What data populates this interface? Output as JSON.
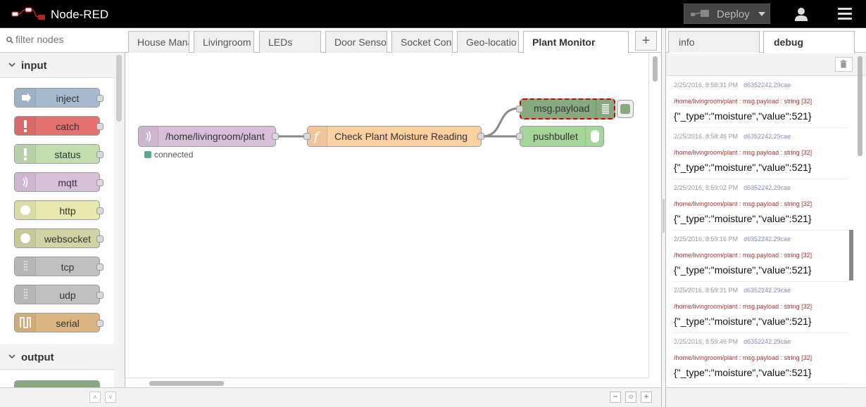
{
  "header": {
    "title": "Node-RED",
    "deploy_label": "Deploy"
  },
  "palette": {
    "filter_placeholder": "filter nodes",
    "categories": [
      {
        "label": "input"
      },
      {
        "label": "output"
      }
    ],
    "nodes": [
      {
        "label": "inject",
        "color": "#a6bbcf"
      },
      {
        "label": "catch",
        "color": "#e2716f"
      },
      {
        "label": "status",
        "color": "#c0deaf"
      },
      {
        "label": "mqtt",
        "color": "#d8bfd8"
      },
      {
        "label": "http",
        "color": "#e7e7ae"
      },
      {
        "label": "websocket",
        "color": "#d1d3a4"
      },
      {
        "label": "tcp",
        "color": "#c0c0c0"
      },
      {
        "label": "udp",
        "color": "#c0c0c0"
      },
      {
        "label": "serial",
        "color": "#dbb682"
      }
    ]
  },
  "workspace": {
    "tabs": [
      {
        "label": "House Mana"
      },
      {
        "label": "Livingroom"
      },
      {
        "label": "LEDs"
      },
      {
        "label": "Door Senso"
      },
      {
        "label": "Socket Con"
      },
      {
        "label": "Geo-locatio"
      },
      {
        "label": "Plant Monitor"
      }
    ],
    "add_tab": "+",
    "nodes": {
      "mqtt_in": {
        "label": "/home/livingroom/plant",
        "status": "connected",
        "color": "#d8bfd8"
      },
      "function": {
        "label": "Check Plant Moisture Reading",
        "color": "#fdd0a2"
      },
      "debug": {
        "label": "msg.payload",
        "color": "#87a980"
      },
      "pushbullet": {
        "label": "pushbullet",
        "color": "#a6d59a"
      }
    },
    "zoom_out": "−",
    "zoom_reset": "○",
    "zoom_in": "+"
  },
  "sidebar": {
    "tabs": [
      {
        "label": "info"
      },
      {
        "label": "debug"
      }
    ],
    "messages": [
      {
        "time": "2/25/2016, 8:58:31 PM",
        "node": "d6352242.29cae",
        "topic": "/home/livingroom/plant : msg.payload : string [32]",
        "payload": "{\"_type\":\"moisture\",\"value\":521}"
      },
      {
        "time": "2/25/2016, 8:58:46 PM",
        "node": "d6352242.29cae",
        "topic": "/home/livingroom/plant : msg.payload : string [32]",
        "payload": "{\"_type\":\"moisture\",\"value\":521}"
      },
      {
        "time": "2/25/2016, 8:59:02 PM",
        "node": "d6352242.29cae",
        "topic": "/home/livingroom/plant : msg.payload : string [32]",
        "payload": "{\"_type\":\"moisture\",\"value\":521}"
      },
      {
        "time": "2/25/2016, 8:59:16 PM",
        "node": "d6352242.29cae",
        "topic": "/home/livingroom/plant : msg.payload : string [32]",
        "payload": "{\"_type\":\"moisture\",\"value\":521}"
      },
      {
        "time": "2/25/2016, 8:59:31 PM",
        "node": "d6352242.29cae",
        "topic": "/home/livingroom/plant : msg.payload : string [32]",
        "payload": "{\"_type\":\"moisture\",\"value\":521}"
      },
      {
        "time": "2/25/2016, 8:59:46 PM",
        "node": "d6352242.29cae",
        "topic": "/home/livingroom/plant : msg.payload : string [32]",
        "payload": "{\"_type\":\"moisture\",\"value\":521}"
      }
    ]
  }
}
